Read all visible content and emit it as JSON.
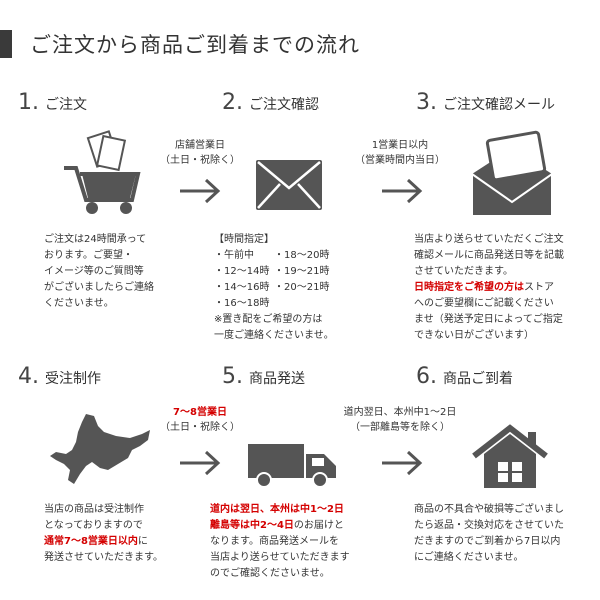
{
  "header": {
    "title": "ご注文から商品ご到着までの流れ"
  },
  "steps": [
    {
      "num": "1.",
      "label": "ご注文"
    },
    {
      "num": "2.",
      "label": "ご注文確認"
    },
    {
      "num": "3.",
      "label": "ご注文確認メール"
    },
    {
      "num": "4.",
      "label": "受注制作"
    },
    {
      "num": "5.",
      "label": "商品発送"
    },
    {
      "num": "6.",
      "label": "商品ご到着"
    }
  ],
  "arrows": [
    {
      "line1": "店舗営業日",
      "line2": "（土日・祝除く）"
    },
    {
      "line1": "1営業日以内",
      "line2": "（営業時間内当日）"
    },
    {
      "line1": "7〜8営業日",
      "line2": "（土日・祝除く）"
    },
    {
      "line1": "道内翌日、本州中1〜2日",
      "line2": "（一部離島等を除く）"
    }
  ],
  "descriptions": {
    "order": [
      "ご注文は24時間承って",
      "おります。ご要望・",
      "イメージ等のご質問等",
      "がございましたらご連絡",
      "くださいませ。"
    ],
    "time_title": "【時間指定】",
    "time_col1": [
      "・午前中",
      "・12〜14時",
      "・14〜16時",
      "・16〜18時"
    ],
    "time_col2": [
      "・18〜20時",
      "・19〜21時",
      "・20〜21時"
    ],
    "time_note": [
      "※置き配をご希望の方は",
      "一度ご連絡くださいませ。"
    ],
    "mail_1": [
      "当店より送らせていただくご注文",
      "確認メールに商品発送日等を記載",
      "させていただきます。"
    ],
    "mail_red": "日時指定をご希望の方は",
    "mail_after_red": "ストア",
    "mail_2": [
      "へのご要望欄にご記載ください",
      "ませ（発送予定日によってご指定",
      "できない日がございます）"
    ],
    "production_1": [
      "当店の商品は受注制作",
      "となっておりますので"
    ],
    "production_red": "通常7〜8営業日以内",
    "production_after_red": "に",
    "production_2": "発送させていただきます。",
    "shipping_red1": "道内は翌日、本州は中1〜2日",
    "shipping_red2": "離島等は中2〜4日",
    "shipping_after_red2": "のお届けと",
    "shipping_rest": [
      "なります。商品発送メールを",
      "当店より送らせていただきます",
      "のでご確認くださいませ。"
    ],
    "arrival": [
      "商品の不具合や破損等ございまし",
      "たら返品・交換対応をさせていた",
      "だきますのでご到着から7日以内",
      "にご連絡くださいませ。"
    ]
  },
  "icons": [
    "shopping-cart-icon",
    "envelope-icon",
    "mail-reply-icon",
    "hokkaido-map-icon",
    "delivery-truck-icon",
    "house-icon"
  ],
  "colors": {
    "icon": "#555555",
    "accent_red": "#d40000"
  }
}
